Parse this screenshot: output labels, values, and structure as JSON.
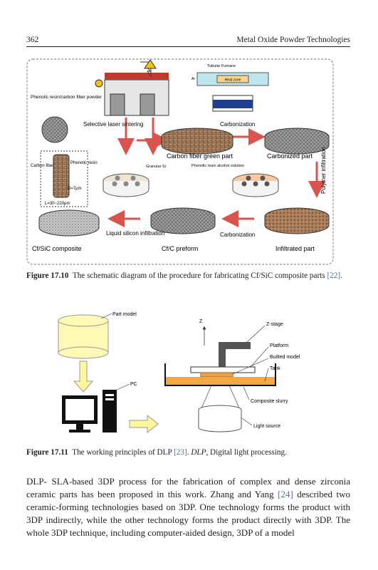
{
  "header": {
    "page_number": "362",
    "book_title": "Metal Oxide Powder Technologies"
  },
  "figure_1710": {
    "labels": {
      "tubular_furnace": "Tubular Furnace",
      "heat_zone": "Heat zone",
      "ar": "Ar",
      "powder": "Phenolic resin/carbon fiber powder",
      "sls": "Selective laser sintering",
      "carbonization_top": "Carbonization",
      "green_part": "Carbon fiber green part",
      "carbonized_part": "Carbonized part",
      "granular_si": "Granular Si",
      "phenolic_solution": "Phenolic resin alcohol solution",
      "polymer_infiltration": "Polymer infiltration",
      "carbon_fiber": "Carbon fiber",
      "phenolic_resin": "Phenolic resin",
      "d_value": "D=7μm",
      "l_value": "L=30~220μm",
      "liquid_si": "Liquid silicon infiltration",
      "carbonization_bottom": "Carbonization",
      "composite": "Cf/SiC composite",
      "preform": "Cf/C preform",
      "infiltrated": "Infiltrated part"
    },
    "caption_label": "Figure 17.10",
    "caption_text": "The schematic diagram of the procedure for fabricating Cf/SiC composite parts",
    "caption_ref": "[22]",
    "caption_end": "."
  },
  "figure_1711": {
    "labels": {
      "part_model": "Part model",
      "z": "Z",
      "z_stage": "Z-stage",
      "platform": "Platform",
      "builted_model": "Builted model",
      "tank": "Tank",
      "pc": "PC",
      "slurry": "Composite slurry",
      "light_source": "Light source"
    },
    "caption_label": "Figure 17.11",
    "caption_text": "The working principles of DLP",
    "caption_ref": "[23]",
    "caption_mid": ". ",
    "caption_abbr": "DLP",
    "caption_end": ", Digital light processing."
  },
  "paragraph": {
    "part1": "DLP- SLA-based 3DP process for the fabrication of complex and dense zirconia ceramic parts has been proposed in this work. Zhang and Yang",
    "ref": "[24]",
    "part2": "described two ceramic-forming technologies based on 3DP. One technology forms the product with 3DP indirectly, while the other technology forms the product directly with 3DP. The whole 3DP technique, including computer-aided design, 3DP of a model"
  }
}
